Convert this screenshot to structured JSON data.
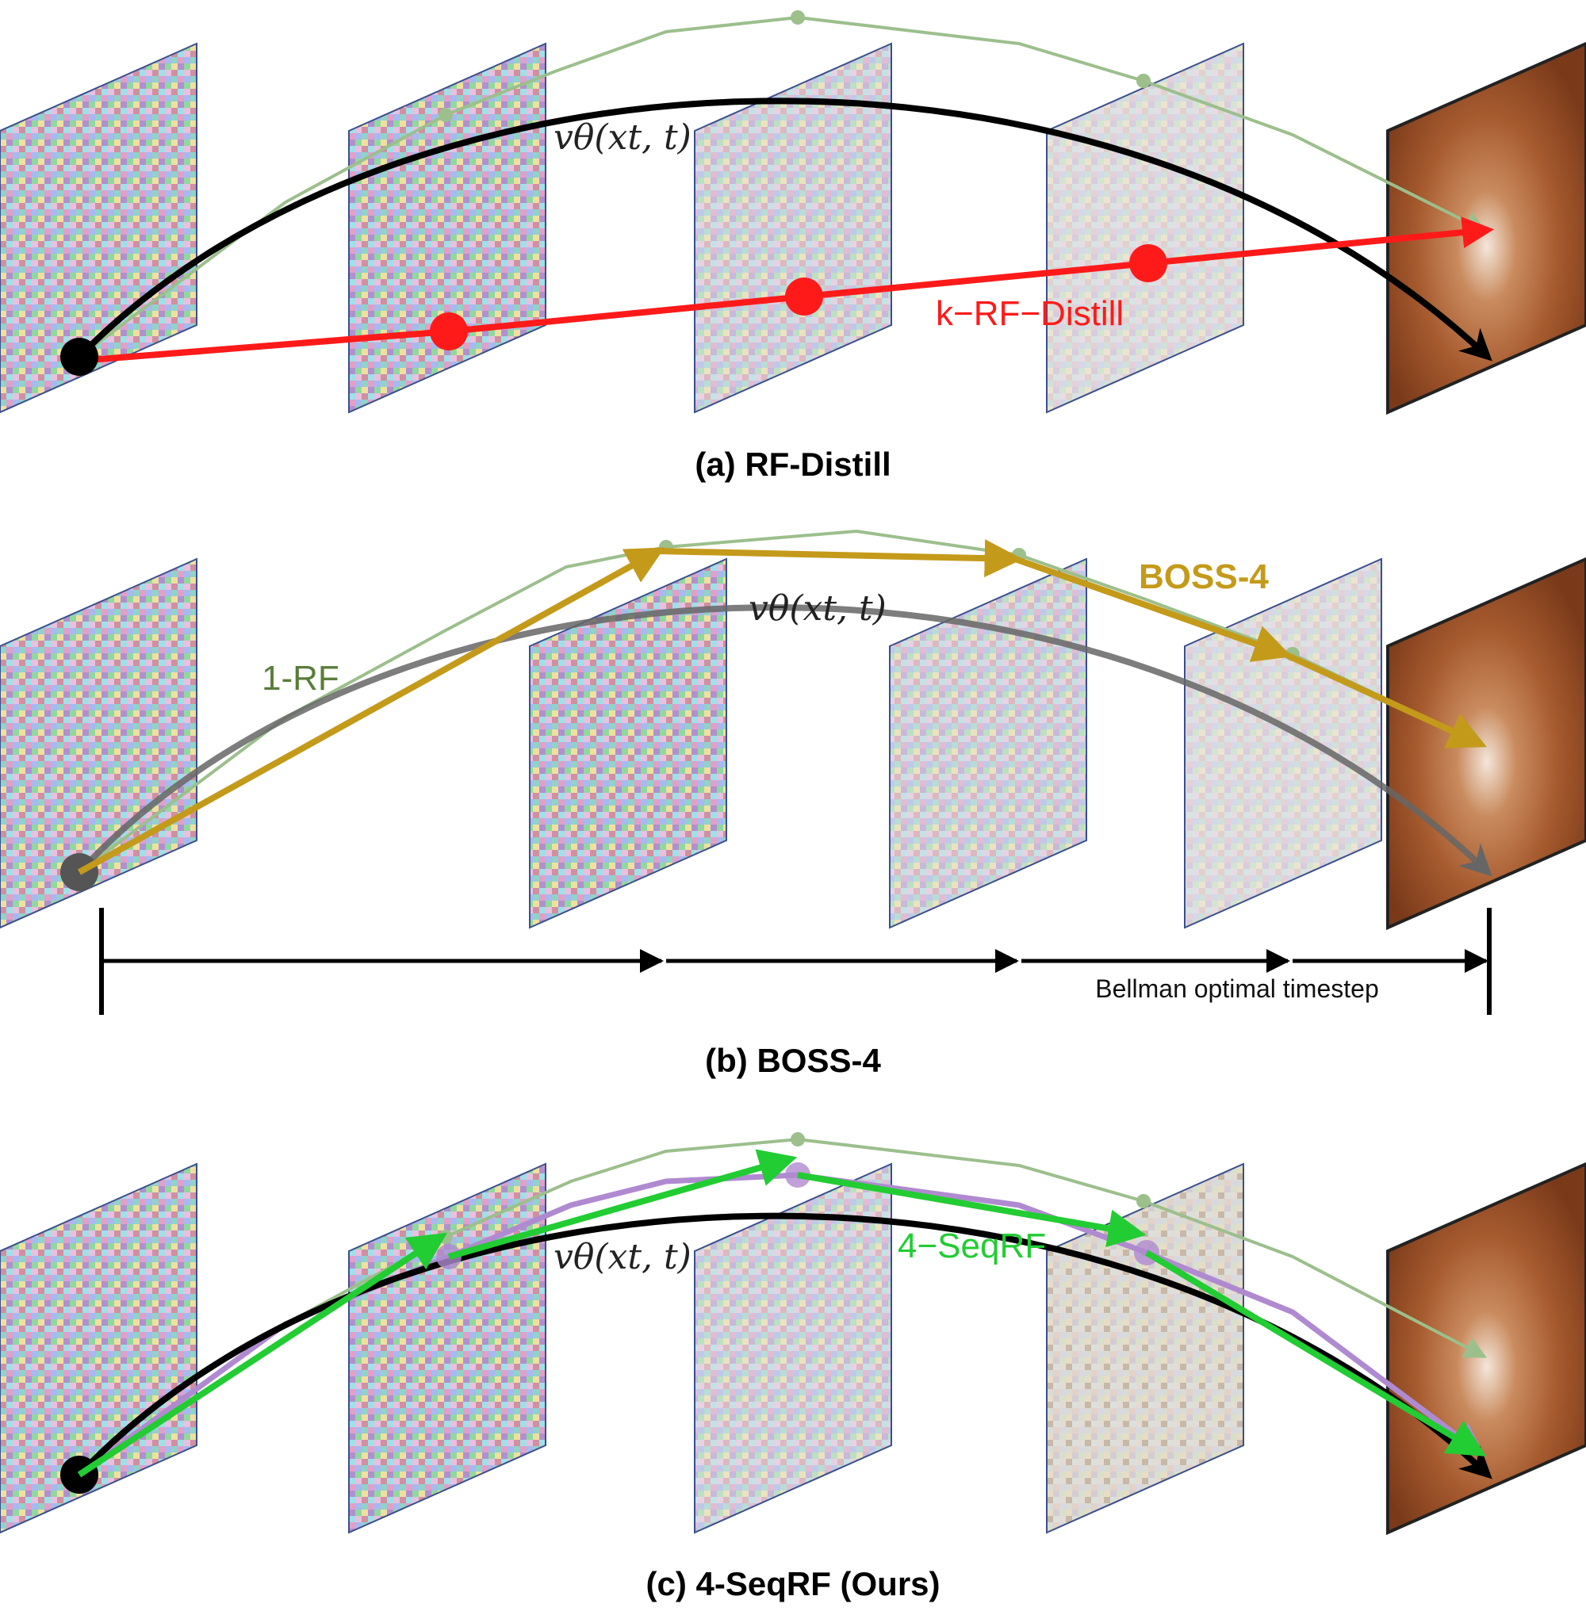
{
  "panels": [
    {
      "caption": "(a) RF-Distill",
      "velocity_label": "vθ(xt, t)",
      "path_label": "k−RF−Distill",
      "path_color": "#ff1a1a"
    },
    {
      "caption": "(b) BOSS-4",
      "velocity_label": "vθ(xt, t)",
      "path_label": "BOSS-4",
      "path_color": "#c49a1a",
      "rf_label": "1-RF",
      "rf_color": "#5a7d3a",
      "timeline_label": "Bellman optimal timestep"
    },
    {
      "caption": "(c) 4-SeqRF (Ours)",
      "velocity_label": "vθ(xt, t)",
      "path_label": "4−SeqRF",
      "path_color": "#22cc33"
    }
  ],
  "colors": {
    "trajectory": "#000000",
    "one_rf": "#9cbf8c",
    "seqrf_ghost": "#b08ad0",
    "frame_edge": "#3a4f8c"
  }
}
